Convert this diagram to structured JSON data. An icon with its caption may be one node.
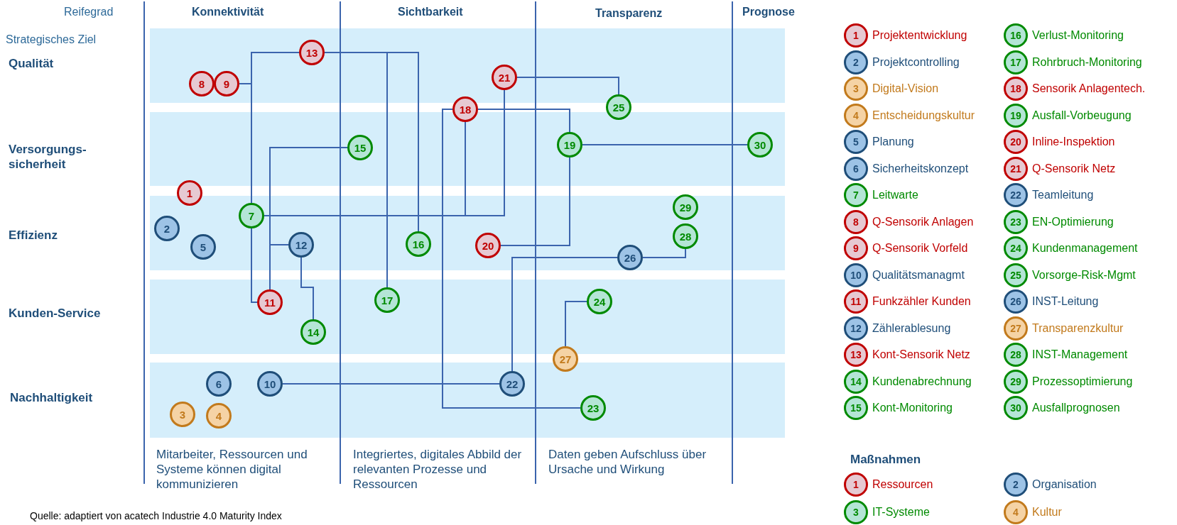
{
  "diagram": {
    "caption": "Quelle: adaptiert von acatech Industrie 4.0 Maturity Index",
    "nodes": [
      {
        "text": [
          "1"
        ]
      },
      {
        "text": [
          "2"
        ]
      },
      {
        "text": [
          "3"
        ]
      },
      {
        "text": [
          "4"
        ]
      },
      {
        "text": [
          "5"
        ]
      },
      {
        "text": [
          "6"
        ]
      },
      {
        "text": [
          "7"
        ]
      },
      {
        "text": [
          "8"
        ]
      },
      {
        "text": [
          "9"
        ]
      },
      {
        "text": [
          "10"
        ]
      },
      {
        "text": [
          "11"
        ]
      },
      {
        "text": [
          "12"
        ]
      },
      {
        "text": [
          "13"
        ]
      },
      {
        "text": [
          "14"
        ]
      },
      {
        "text": [
          "15"
        ]
      },
      {
        "text": [
          "16"
        ]
      },
      {
        "text": [
          "17"
        ]
      },
      {
        "text": [
          "18"
        ]
      },
      {
        "text": [
          "19"
        ]
      },
      {
        "text": [
          "20"
        ]
      },
      {
        "text": [
          "21"
        ]
      },
      {
        "text": [
          "22"
        ]
      },
      {
        "text": [
          "23"
        ]
      },
      {
        "text": [
          "24"
        ]
      },
      {
        "text": [
          "25"
        ]
      },
      {
        "text": [
          "26"
        ]
      },
      {
        "text": [
          "27"
        ]
      },
      {
        "text": [
          "28"
        ]
      },
      {
        "text": [
          "29"
        ]
      },
      {
        "text": [
          "30"
        ]
      },
      {
        "text": [
          "1"
        ],
        "beside": [
          "Projektentwicklung"
        ]
      },
      {
        "text": [
          "2"
        ],
        "beside": [
          "Projektcontrolling"
        ]
      },
      {
        "text": [
          "3"
        ],
        "beside": [
          "Digital-Vision"
        ]
      },
      {
        "text": [
          "4"
        ],
        "beside": [
          "Entscheidungskultur"
        ]
      },
      {
        "text": [
          "5"
        ],
        "beside": [
          "Planung"
        ]
      },
      {
        "text": [
          "6"
        ],
        "beside": [
          "Sicherheitskonzept"
        ]
      },
      {
        "text": [
          "7"
        ],
        "beside": [
          "Leitwarte"
        ]
      },
      {
        "text": [
          "8"
        ],
        "beside": [
          "Q-Sensorik Anlagen"
        ]
      },
      {
        "text": [
          "9"
        ],
        "beside": [
          "Q-Sensorik Vorfeld"
        ]
      },
      {
        "text": [
          "10"
        ],
        "beside": [
          "Qualitätsmanagmt"
        ]
      },
      {
        "text": [
          "11"
        ],
        "beside": [
          "Funkzähler Kunden"
        ]
      },
      {
        "text": [
          "12"
        ],
        "beside": [
          "Zählerablesung"
        ]
      },
      {
        "text": [
          "13"
        ],
        "beside": [
          "Kont-Sensorik Netz"
        ]
      },
      {
        "text": [
          "14"
        ],
        "beside": [
          "Kundenabrechnung"
        ]
      },
      {
        "text": [
          "15"
        ],
        "beside": [
          "Kont-Monitoring"
        ]
      },
      {
        "text": [
          "16"
        ],
        "beside": [
          "Verlust-Monitoring"
        ]
      },
      {
        "text": [
          "17"
        ],
        "beside": [
          "Rohrbruch-Monitoring"
        ]
      },
      {
        "text": [
          "18"
        ],
        "beside": [
          "Sensorik Anlagentech."
        ]
      },
      {
        "text": [
          "19"
        ],
        "beside": [
          "Ausfall-Vorbeugung"
        ]
      },
      {
        "text": [
          "20"
        ],
        "beside": [
          "Inline-Inspektion"
        ]
      },
      {
        "text": [
          "21"
        ],
        "beside": [
          "Q-Sensorik Netz"
        ]
      },
      {
        "text": [
          "22"
        ],
        "beside": [
          "Teamleitung"
        ]
      },
      {
        "text": [
          "23"
        ],
        "beside": [
          "EN-Optimierung"
        ]
      },
      {
        "text": [
          "24"
        ],
        "beside": [
          "Kundenmanagement"
        ]
      },
      {
        "text": [
          "25"
        ],
        "beside": [
          "Vorsorge-Risk-Mgmt"
        ]
      },
      {
        "text": [
          "26"
        ],
        "beside": [
          "INST-Leitung"
        ]
      },
      {
        "text": [
          "27"
        ],
        "beside": [
          "Transparenzkultur"
        ]
      },
      {
        "text": [
          "28"
        ],
        "beside": [
          "INST-Management"
        ]
      },
      {
        "text": [
          "29"
        ],
        "beside": [
          "Prozessoptimierung"
        ]
      },
      {
        "text": [
          "30"
        ],
        "beside": [
          "Ausfallprognosen"
        ]
      },
      {
        "text": [
          "1"
        ],
        "beside": [
          "Ressourcen"
        ]
      },
      {
        "text": [
          "2"
        ],
        "beside": [
          "Organisation"
        ]
      },
      {
        "text": [
          "3"
        ],
        "beside": [
          "IT-Systeme"
        ]
      },
      {
        "text": [
          "4"
        ],
        "beside": [
          "Kultur"
        ]
      }
    ],
    "edges": [
      {
        "from": 8,
        "to": 6,
        "arrow": "none"
      },
      {
        "from": 12,
        "to": 6,
        "arrow": "none"
      },
      {
        "from": 12,
        "to": 16,
        "arrow": "none"
      },
      {
        "from": 12,
        "to": 15,
        "arrow": "none"
      },
      {
        "from": 6,
        "to": 10,
        "arrow": "none"
      },
      {
        "from": 14,
        "to": 10,
        "arrow": "none"
      },
      {
        "from": 11,
        "to": 10,
        "arrow": "none"
      },
      {
        "from": 11,
        "to": 13,
        "arrow": "none"
      },
      {
        "from": 6,
        "to": 17,
        "arrow": "none"
      },
      {
        "from": 6,
        "to": 20,
        "arrow": "none"
      },
      {
        "from": 17,
        "to": 22,
        "arrow": "none"
      },
      {
        "from": 17,
        "to": 18,
        "arrow": "none"
      },
      {
        "from": 20,
        "to": 24,
        "arrow": "none"
      },
      {
        "from": 18,
        "to": 29,
        "arrow": "none"
      },
      {
        "from": 18,
        "to": 19,
        "arrow": "none"
      },
      {
        "from": 25,
        "to": 21,
        "arrow": "none"
      },
      {
        "from": 25,
        "to": 27,
        "arrow": "none"
      },
      {
        "from": 9,
        "to": 21,
        "arrow": "none"
      },
      {
        "from": 26,
        "to": 23,
        "arrow": "none"
      }
    ],
    "labels": [
      "Reifegrad",
      "Konnektivität",
      "Sichtbarkeit",
      "Transparenz",
      "Prognose",
      "Strategisches Ziel",
      "Qualität",
      "Versorgungs-sicherheit",
      "Effizienz",
      "Kunden-Service",
      "Nachhaltigkeit",
      "Mitarbeiter, Ressourcen und Systeme können digital kommunizieren",
      "Integriertes, digitales Abbild der relevanten Prozesse und Ressourcen",
      "Daten geben Aufschluss über Ursache und Wirkung",
      "Maßnahmen"
    ]
  }
}
